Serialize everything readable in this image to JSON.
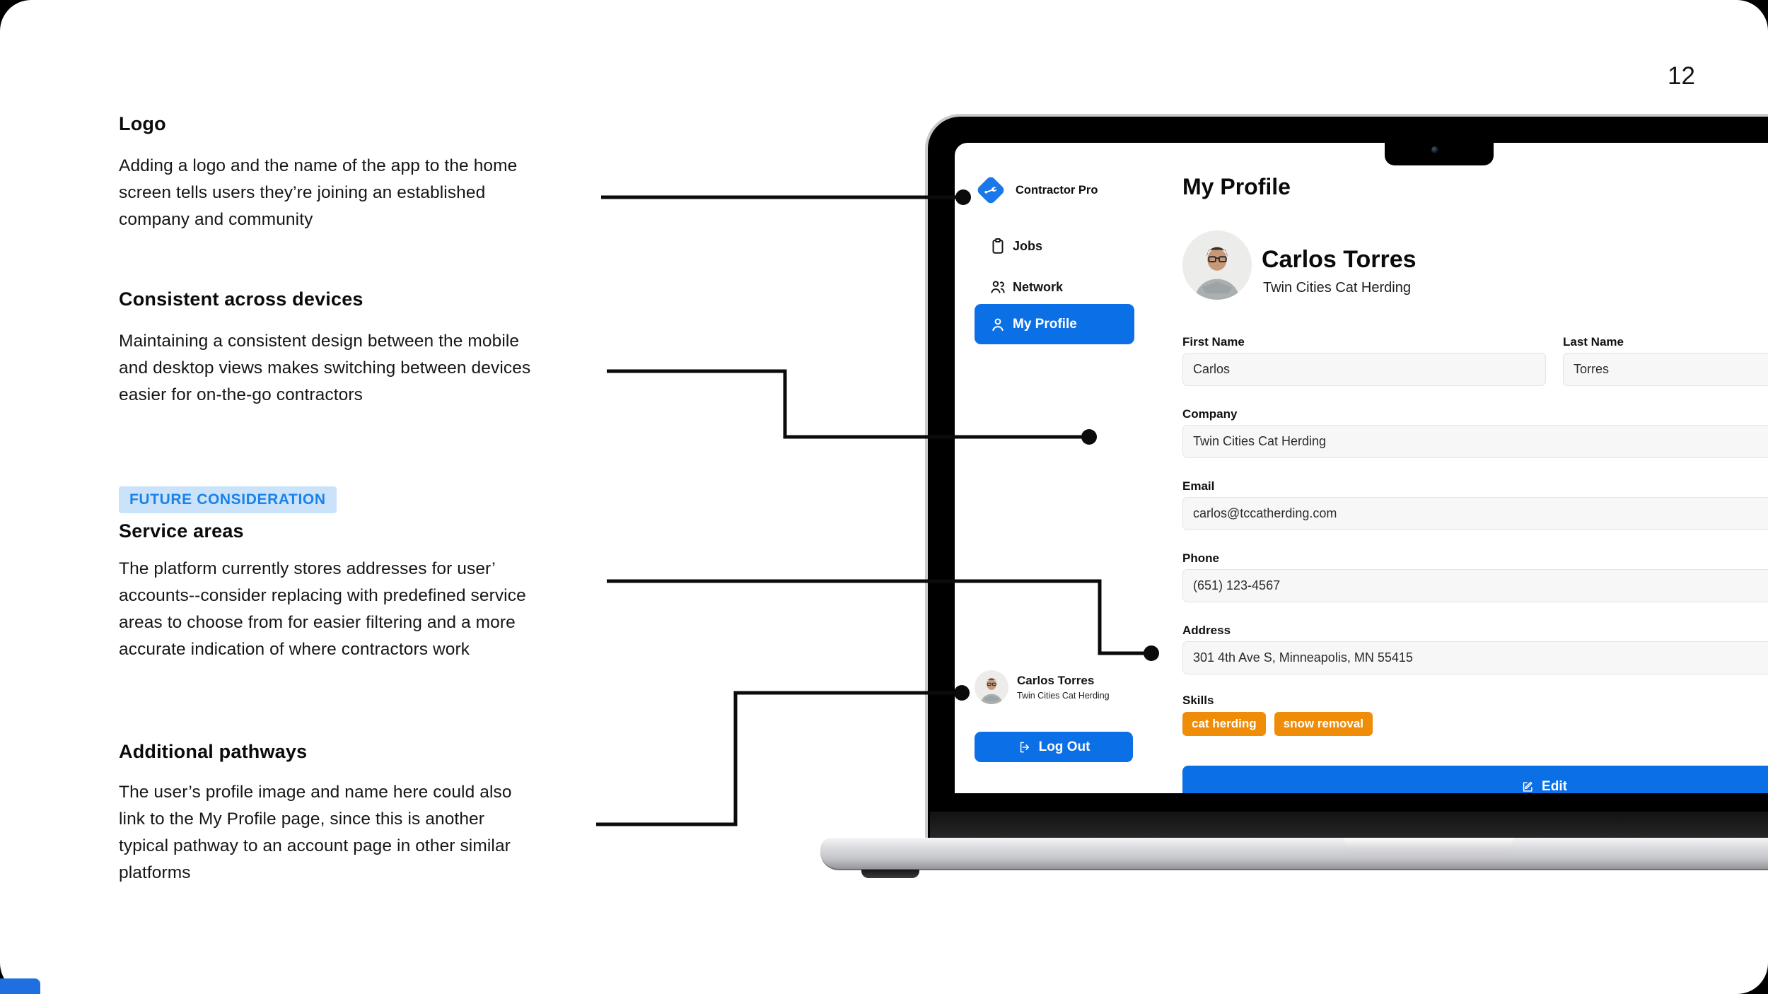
{
  "page": {
    "number": "12"
  },
  "annotations": {
    "logo": {
      "title": "Logo",
      "body": "Adding a logo and the name of the app to the home screen tells users they’re joining an established company and community"
    },
    "consistent": {
      "title": "Consistent across devices",
      "body": "Maintaining a consistent design between the mobile and desktop views makes switching between devices easier for on-the-go contractors"
    },
    "service": {
      "badge": "FUTURE CONSIDERATION",
      "title": "Service areas",
      "body": "The platform currently stores addresses for user’ accounts--consider replacing with predefined service areas to choose from for easier filtering and a more accurate indication of where contractors work"
    },
    "pathways": {
      "title": "Additional pathways",
      "body": "The user’s profile image and name here could also link to the My Profile page, since this is another typical pathway to an account page in other similar platforms"
    }
  },
  "app": {
    "brand": "Contractor Pro",
    "nav": [
      {
        "label": "Jobs",
        "icon": "clipboard-icon"
      },
      {
        "label": "Network",
        "icon": "people-icon"
      },
      {
        "label": "My Profile",
        "icon": "person-icon",
        "active": true
      }
    ],
    "user_card": {
      "name": "Carlos Torres",
      "company": "Twin Cities Cat Herding"
    },
    "logout_label": "Log Out",
    "main": {
      "title": "My Profile",
      "profile_name": "Carlos Torres",
      "profile_company": "Twin Cities Cat Herding",
      "fields": [
        {
          "label": "First Name",
          "value": "Carlos"
        },
        {
          "label": "Last Name",
          "value": "Torres"
        },
        {
          "label": "Company",
          "value": "Twin Cities Cat Herding"
        },
        {
          "label": "Email",
          "value": "carlos@tccatherding.com"
        },
        {
          "label": "Phone",
          "value": "(651) 123-4567"
        },
        {
          "label": "Address",
          "value": "301 4th Ave S, Minneapolis, MN 55415"
        }
      ],
      "skills_label": "Skills",
      "skills": [
        "cat herding",
        "snow removal"
      ],
      "edit_label": "Edit"
    }
  },
  "colors": {
    "accent_blue": "#0b6fe6",
    "badge_bg": "#cbe3fa",
    "badge_text": "#1b82ea",
    "tag_orange": "#ef8c08"
  }
}
